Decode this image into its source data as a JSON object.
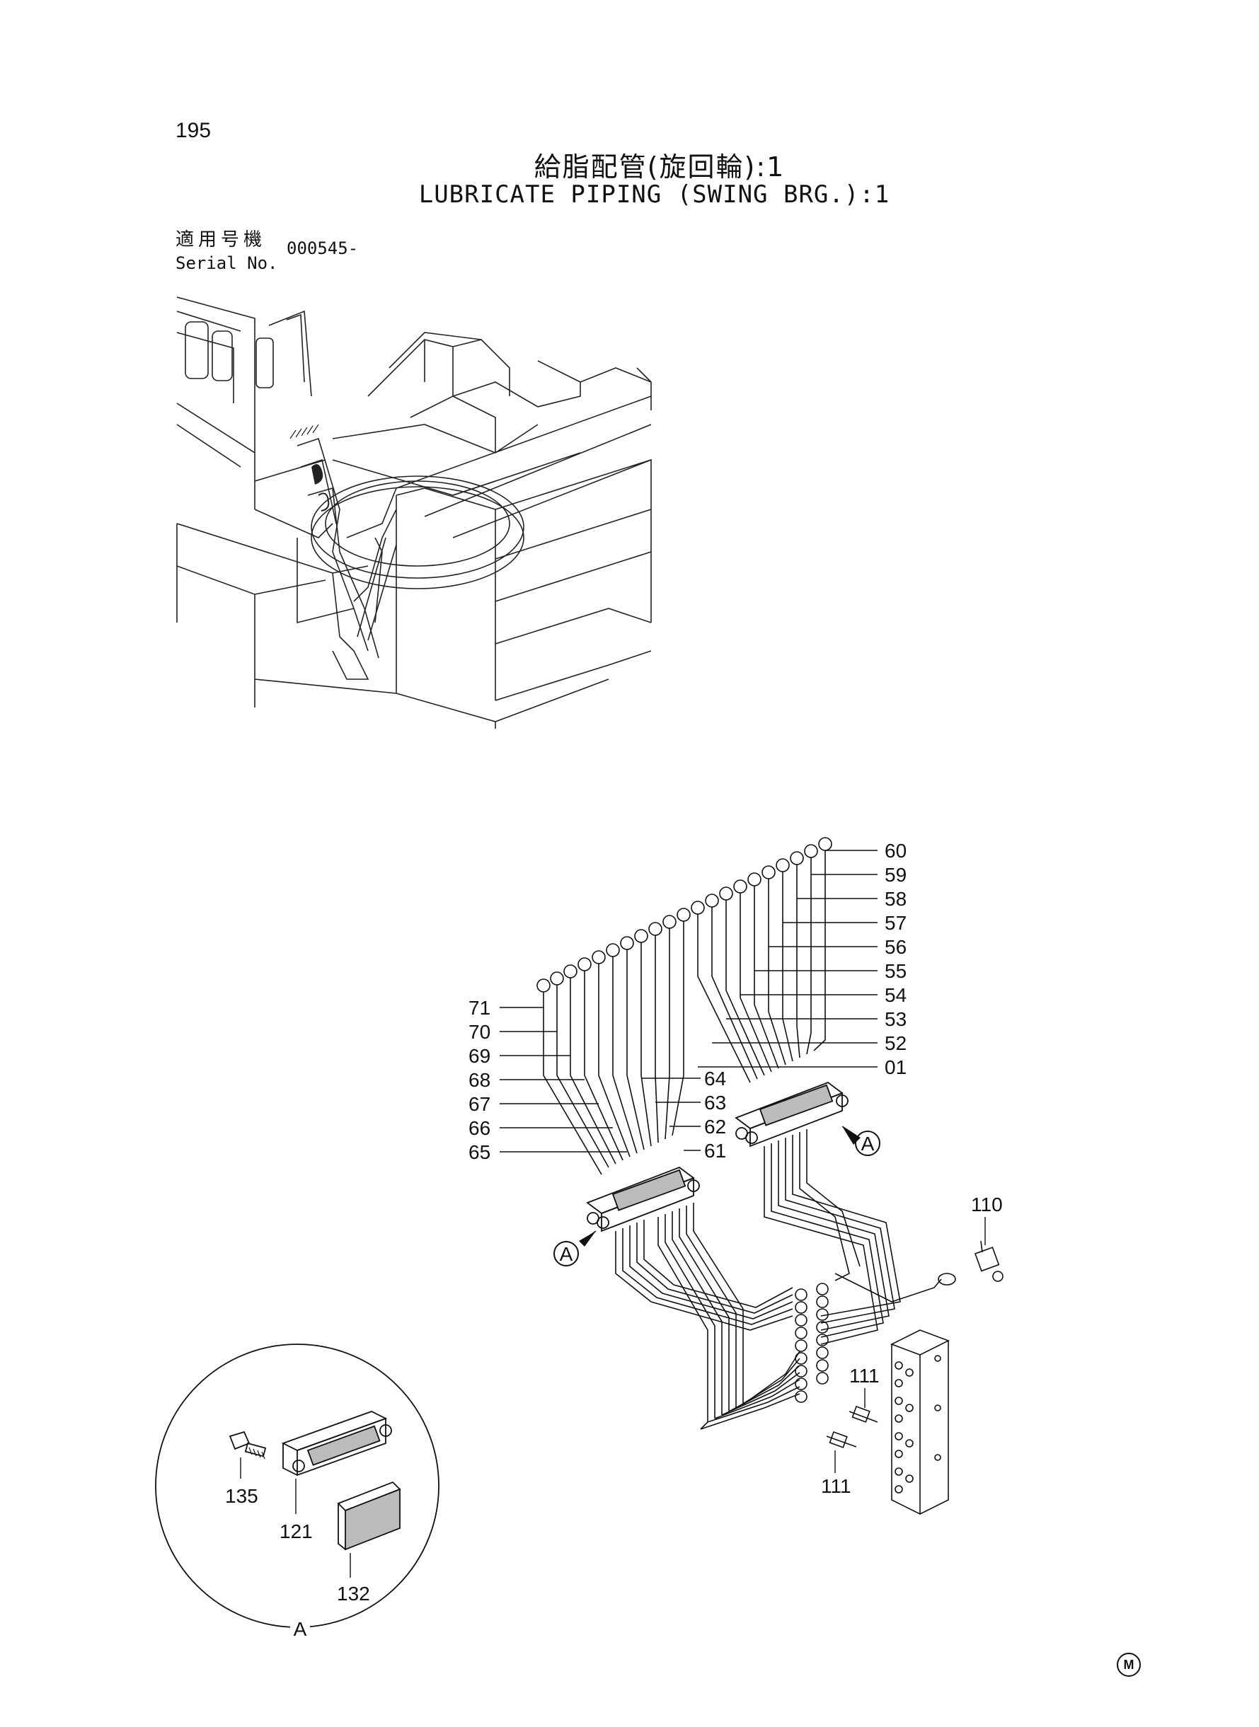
{
  "page_number": "195",
  "title_jp": "給脂配管(旋回輪):1",
  "title_en": "LUBRICATE PIPING (SWING BRG.):1",
  "serial": {
    "label_jp": "適用号機",
    "label_en": "Serial No.",
    "value": "000545-"
  },
  "callouts_right": [
    "60",
    "59",
    "58",
    "57",
    "56",
    "55",
    "54",
    "53",
    "52",
    "01"
  ],
  "callouts_left": [
    "71",
    "70",
    "69",
    "68",
    "67",
    "66",
    "65"
  ],
  "callouts_mid": [
    "64",
    "63",
    "62",
    "61"
  ],
  "view_markers": [
    "A",
    "A"
  ],
  "part_labels": {
    "p110": "110",
    "p111a": "111",
    "p111b": "111",
    "p135": "135",
    "p121": "121",
    "p132": "132"
  },
  "detail_view_label": "A",
  "corner_mark": "M"
}
